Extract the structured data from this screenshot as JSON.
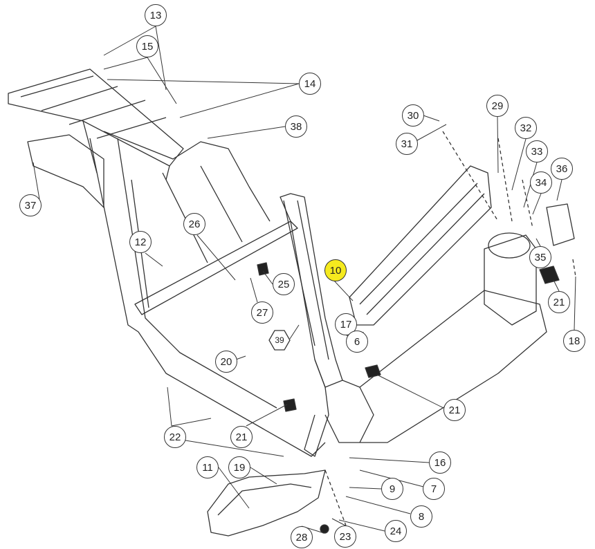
{
  "diagram": {
    "title": "Exploded frame parts diagram",
    "highlight_color": "#f5ea1e",
    "callouts": [
      {
        "id": "c13",
        "label": "13"
      },
      {
        "id": "c15",
        "label": "15"
      },
      {
        "id": "c14",
        "label": "14"
      },
      {
        "id": "c38",
        "label": "38"
      },
      {
        "id": "c37",
        "label": "37"
      },
      {
        "id": "c12",
        "label": "12"
      },
      {
        "id": "c26",
        "label": "26"
      },
      {
        "id": "c25",
        "label": "25"
      },
      {
        "id": "c27",
        "label": "27"
      },
      {
        "id": "c39",
        "label": "39"
      },
      {
        "id": "c20",
        "label": "20"
      },
      {
        "id": "c22",
        "label": "22"
      },
      {
        "id": "c21a",
        "label": "21"
      },
      {
        "id": "c10",
        "label": "10"
      },
      {
        "id": "c17",
        "label": "17"
      },
      {
        "id": "c6",
        "label": "6"
      },
      {
        "id": "c21b",
        "label": "21"
      },
      {
        "id": "c30",
        "label": "30"
      },
      {
        "id": "c31",
        "label": "31"
      },
      {
        "id": "c29",
        "label": "29"
      },
      {
        "id": "c32",
        "label": "32"
      },
      {
        "id": "c33",
        "label": "33"
      },
      {
        "id": "c34",
        "label": "34"
      },
      {
        "id": "c36",
        "label": "36"
      },
      {
        "id": "c35",
        "label": "35"
      },
      {
        "id": "c21c",
        "label": "21"
      },
      {
        "id": "c18",
        "label": "18"
      },
      {
        "id": "c16",
        "label": "16"
      },
      {
        "id": "c7",
        "label": "7"
      },
      {
        "id": "c9",
        "label": "9"
      },
      {
        "id": "c8",
        "label": "8"
      },
      {
        "id": "c24",
        "label": "24"
      },
      {
        "id": "c23",
        "label": "23"
      },
      {
        "id": "c28",
        "label": "28"
      },
      {
        "id": "c11",
        "label": "11"
      },
      {
        "id": "c19",
        "label": "19"
      }
    ]
  }
}
